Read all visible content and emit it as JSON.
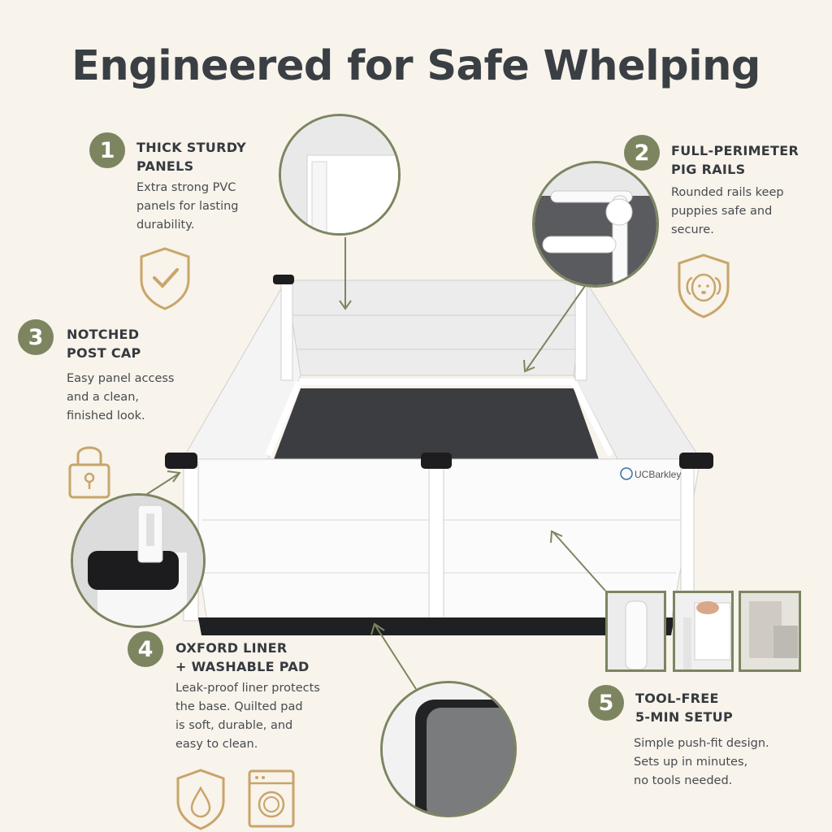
{
  "title": "Engineered for Safe Whelping",
  "brand": "UCBarkley",
  "colors": {
    "accent": "#7c8560",
    "gold": "#c8a56a",
    "background": "#f8f3eb"
  },
  "features": [
    {
      "number": "1",
      "title": [
        "THICK STURDY",
        "PANELS"
      ],
      "desc": [
        "Extra strong PVC",
        "panels for lasting",
        "durability."
      ],
      "icon": "shield-check-icon"
    },
    {
      "number": "2",
      "title": [
        "FULL-PERIMETER",
        "PIG RAILS"
      ],
      "desc": [
        "Rounded rails keep",
        "puppies safe and",
        "secure."
      ],
      "icon": "dog-shield-icon"
    },
    {
      "number": "3",
      "title": [
        "NOTCHED",
        "POST CAP"
      ],
      "desc": [
        "Easy panel access",
        "and a clean,",
        "finished look."
      ],
      "icon": "padlock-icon"
    },
    {
      "number": "4",
      "title": [
        "OXFORD LINER",
        "+ WASHABLE PAD"
      ],
      "desc": [
        "Leak-proof liner protects",
        "the base. Quilted pad",
        "is soft, durable, and",
        "easy to clean."
      ],
      "icons": [
        "water-drop-shield-icon",
        "washing-machine-icon"
      ]
    },
    {
      "number": "5",
      "title": [
        "TOOL-FREE",
        "5-MIN SETUP"
      ],
      "desc": [
        "Simple push-fit design.",
        "Sets up in minutes,",
        "no tools needed."
      ]
    }
  ]
}
